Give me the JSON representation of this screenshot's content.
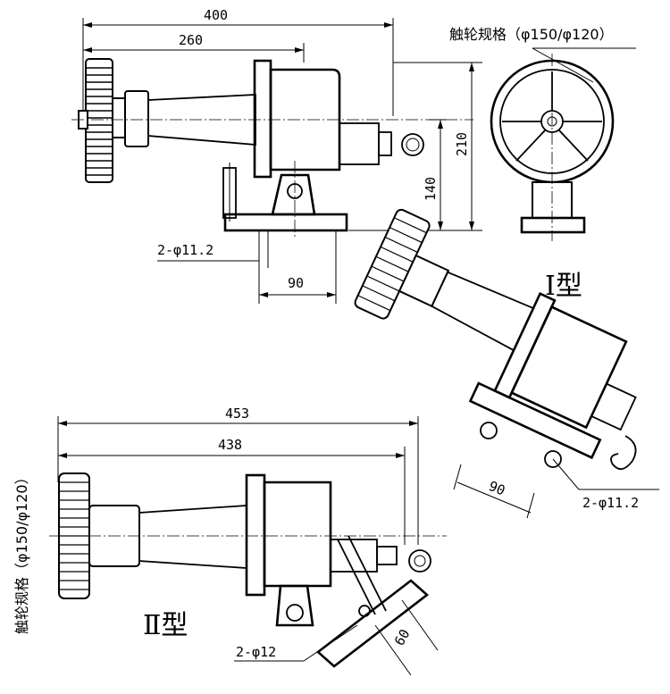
{
  "type1": {
    "label": "Ⅰ型",
    "dims": {
      "overall_length": "400",
      "body_length": "260",
      "height": "210",
      "base_height": "140",
      "mount_spacing": "90",
      "hole_spec": "2-φ11.2"
    },
    "wheel_spec": "触轮规格（φ150/φ120）",
    "iso": {
      "mount_spacing": "90",
      "hole_spec": "2-φ11.2"
    }
  },
  "type2": {
    "label": "Ⅱ型",
    "dims": {
      "overall_length": "453",
      "body_length": "438",
      "mount_spacing": "60",
      "hole_spec": "2-φ12"
    },
    "wheel_spec": "触轮规格（φ150/φ120）"
  }
}
